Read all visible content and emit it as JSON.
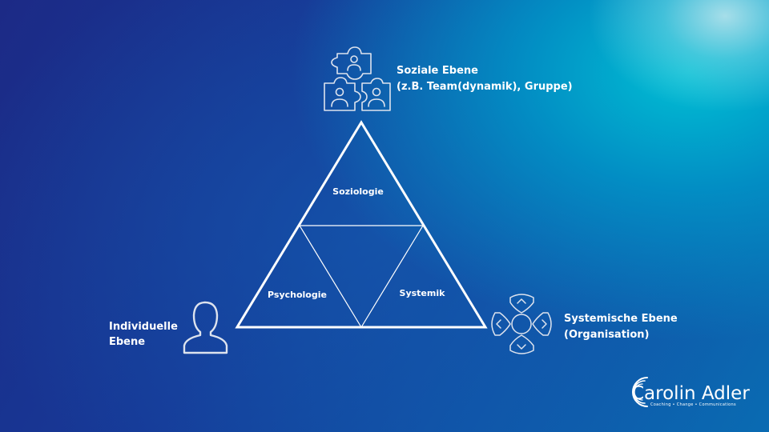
{
  "pyramid": {
    "top_segment": "Soziologie",
    "left_segment": "Psychologie",
    "right_segment": "Systemik"
  },
  "levels": {
    "social": {
      "line1": "Soziale Ebene",
      "line2": "(z.B. Team(dynamik), Gruppe)",
      "icon": "puzzle-people-icon"
    },
    "individual": {
      "line1": "Individuelle",
      "line2": "Ebene",
      "icon": "person-icon"
    },
    "systemic": {
      "line1": "Systemische Ebene",
      "line2": "(Organisation)",
      "icon": "system-arrows-icon"
    }
  },
  "logo": {
    "name": "Carolin Adler",
    "tagline": "Coaching • Change • Communications"
  },
  "colors": {
    "background_dark": "#1c2a86",
    "background_light": "#00bfd4",
    "line": "#ffffff",
    "text": "#ffffff"
  }
}
